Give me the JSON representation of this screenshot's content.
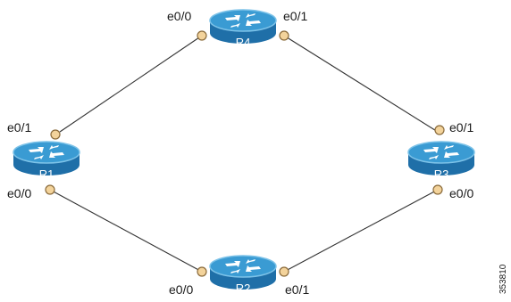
{
  "routers": [
    {
      "id": "R1",
      "name": "R1"
    },
    {
      "id": "R2",
      "name": "R2"
    },
    {
      "id": "R3",
      "name": "R3"
    },
    {
      "id": "R4",
      "name": "R4"
    }
  ],
  "interfaces": {
    "r4_left": "e0/0",
    "r4_right": "e0/1",
    "r1_top": "e0/1",
    "r1_bottom": "e0/0",
    "r3_top": "e0/1",
    "r3_bottom": "e0/0",
    "r2_left": "e0/0",
    "r2_right": "e0/1"
  },
  "links": [
    {
      "from": "R4:e0/0",
      "to": "R1:e0/1"
    },
    {
      "from": "R4:e0/1",
      "to": "R3:e0/1"
    },
    {
      "from": "R1:e0/0",
      "to": "R2:e0/0"
    },
    {
      "from": "R3:e0/0",
      "to": "R2:e0/1"
    }
  ],
  "figure_id": "353810",
  "colors": {
    "router_top": "#3a9bd3",
    "router_side": "#1f6fa8",
    "router_rim": "#7cc2e8",
    "port_fill": "#f3d39b",
    "port_stroke": "#8a6a3a",
    "link": "#333333"
  },
  "icons": {
    "router": "router-icon",
    "port": "port-dot-icon"
  }
}
